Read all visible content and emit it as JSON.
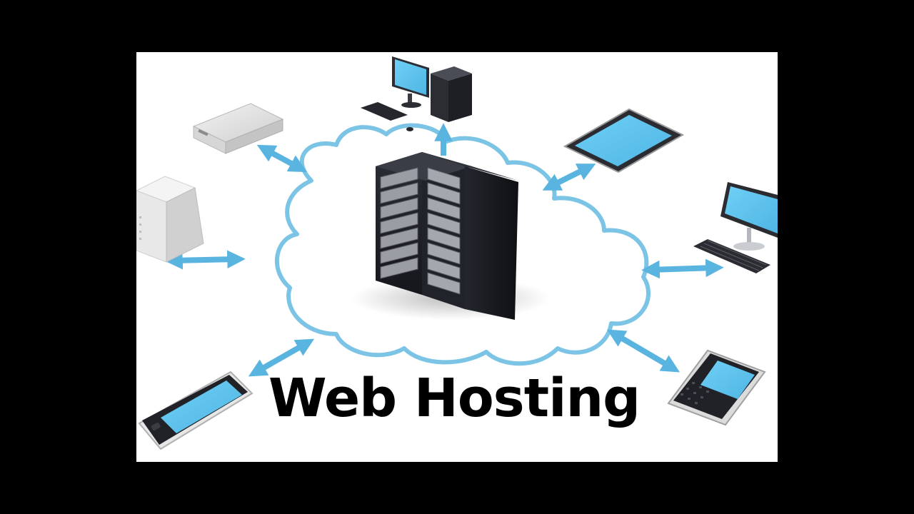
{
  "title": "Web Hosting",
  "colors": {
    "accent": "#5ab4e0",
    "screen": "#5cc3ee",
    "cloud_stroke": "#7cc4e6",
    "device_dark": "#1e2026",
    "device_light": "#e4e4e4",
    "background": "#ffffff",
    "frame": "#000000"
  },
  "diagram": {
    "center": "server-rack",
    "boundary": "cloud",
    "nodes": [
      "desktop-computer",
      "tablet",
      "monitor-keyboard",
      "smartphone-keyboard",
      "smartphone",
      "tower-case",
      "router-box"
    ],
    "connectors": "double-arrows"
  }
}
